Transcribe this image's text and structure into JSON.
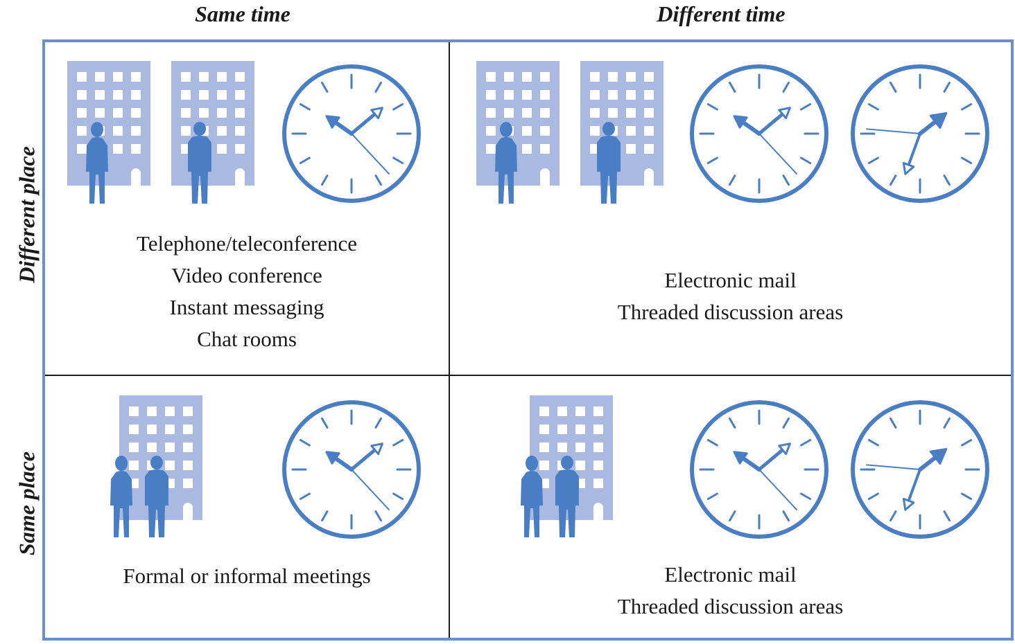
{
  "columns": {
    "same_time": "Same time",
    "different_time": "Different time"
  },
  "rows": {
    "different_place": "Different place",
    "same_place": "Same place"
  },
  "cells": {
    "different_place_same_time": [
      "Telephone/teleconference",
      "Video conference",
      "Instant messaging",
      "Chat rooms"
    ],
    "different_place_different_time": [
      "Electronic mail",
      "Threaded discussion areas"
    ],
    "same_place_same_time": [
      "Formal or informal meetings"
    ],
    "same_place_different_time": [
      "Electronic mail",
      "Threaded discussion areas"
    ]
  },
  "colors": {
    "border": "#6b8fcc",
    "building": "#a9b9e0",
    "window": "#ffffff",
    "person": "#4a7ec4",
    "clock": "#4a7ec4"
  },
  "icons": [
    "building-icon",
    "person-icon",
    "clock-icon"
  ]
}
